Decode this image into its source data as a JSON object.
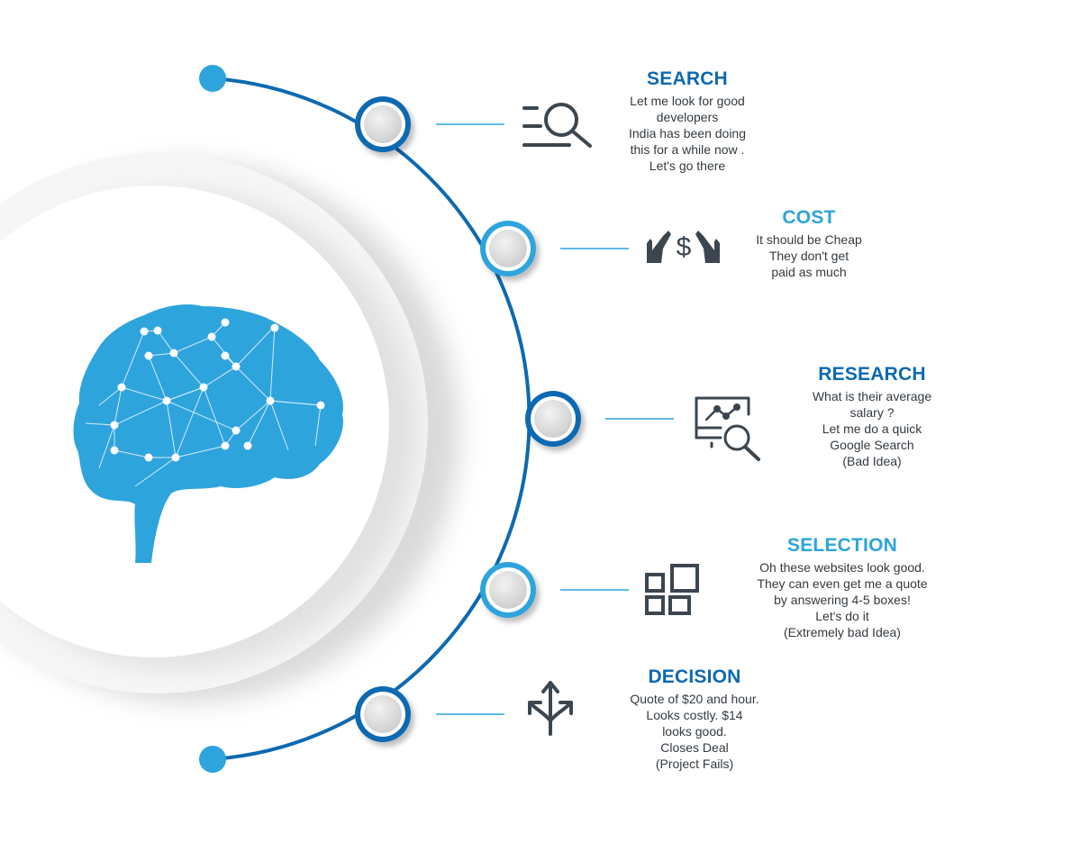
{
  "colors": {
    "dark_blue": "#0d69b1",
    "light_blue": "#2ea4dd",
    "brain": "#2ea4dd",
    "icon": "#3b4650",
    "text": "#333a40",
    "node_fill": "#e3e3e3"
  },
  "steps": [
    {
      "title": "SEARCH",
      "icon": "search-list-icon",
      "accent": "dark",
      "lines": [
        "Let me look for good",
        "developers",
        "India has been doing",
        "this for a while now .",
        "Let's go there"
      ]
    },
    {
      "title": "COST",
      "icon": "hands-dollar-icon",
      "accent": "light",
      "lines": [
        "It should be Cheap",
        "They don't get",
        "paid as much"
      ]
    },
    {
      "title": "RESEARCH",
      "icon": "chart-magnifier-icon",
      "accent": "dark",
      "lines": [
        "What is their average",
        "salary ?",
        "Let me do a quick",
        "Google Search",
        "(Bad Idea)"
      ]
    },
    {
      "title": "SELECTION",
      "icon": "grid-squares-icon",
      "accent": "light",
      "lines": [
        "Oh these websites look good.",
        "They can even get me a quote",
        "by answering 4-5 boxes!",
        "Let's do it",
        "(Extremely bad Idea)"
      ]
    },
    {
      "title": "DECISION",
      "icon": "split-arrows-icon",
      "accent": "dark",
      "lines": [
        "Quote of $20 and hour.",
        "Looks costly. $14",
        "looks good.",
        "Closes Deal",
        "(Project Fails)"
      ]
    }
  ]
}
